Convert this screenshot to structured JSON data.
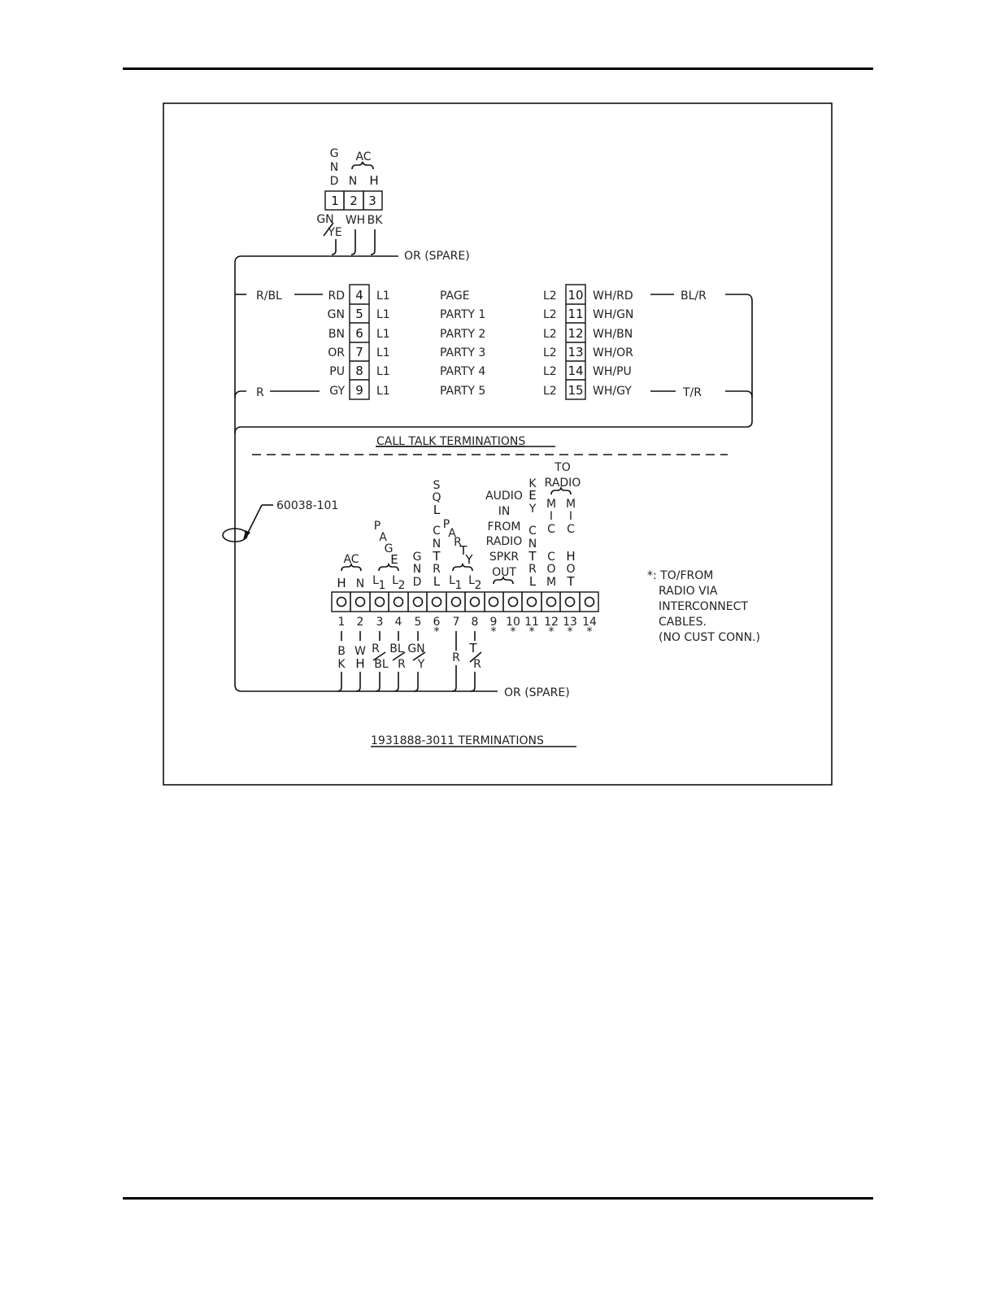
{
  "ac_plug": {
    "gnd_letters": [
      "G",
      "N",
      "D"
    ],
    "ac_label": "AC",
    "n_label": "N",
    "h_label": "H",
    "pins": [
      "1",
      "2",
      "3"
    ],
    "wire_gn": "GN",
    "wire_ye": "YE",
    "wire_wh": "WH",
    "wire_bk": "BK",
    "spare": "OR (SPARE)"
  },
  "call_talk": {
    "left_top": "R/BL",
    "left_bottom": "R",
    "right_top": "BL/R",
    "right_bottom": "T/R",
    "rows": [
      {
        "lcolor": "RD",
        "lpin": "4",
        "lline": "L1",
        "func": "PAGE",
        "rline": "L2",
        "rpin": "10",
        "rcolor": "WH/RD"
      },
      {
        "lcolor": "GN",
        "lpin": "5",
        "lline": "L1",
        "func": "PARTY 1",
        "rline": "L2",
        "rpin": "11",
        "rcolor": "WH/GN"
      },
      {
        "lcolor": "BN",
        "lpin": "6",
        "lline": "L1",
        "func": "PARTY 2",
        "rline": "L2",
        "rpin": "12",
        "rcolor": "WH/BN"
      },
      {
        "lcolor": "OR",
        "lpin": "7",
        "lline": "L1",
        "func": "PARTY 3",
        "rline": "L2",
        "rpin": "13",
        "rcolor": "WH/OR"
      },
      {
        "lcolor": "PU",
        "lpin": "8",
        "lline": "L1",
        "func": "PARTY 4",
        "rline": "L2",
        "rpin": "14",
        "rcolor": "WH/PU"
      },
      {
        "lcolor": "GY",
        "lpin": "9",
        "lline": "L1",
        "func": "PARTY 5",
        "rline": "L2",
        "rpin": "15",
        "rcolor": "WH/GY"
      }
    ],
    "title": "CALL TALK TERMINATIONS"
  },
  "cable": {
    "label": "60038-101"
  },
  "terminal_strip": {
    "ac_label": "AC",
    "h": "H",
    "n": "N",
    "page_letters": [
      "P",
      "A",
      "G",
      "E"
    ],
    "l1": "L",
    "l1_sub": "1",
    "l2": "L",
    "l2_sub": "2",
    "gnd_letters": [
      "G",
      "N",
      "D"
    ],
    "sqlcntrl_letters": [
      "S",
      "Q",
      "L",
      "C",
      "N",
      "T",
      "R",
      "L"
    ],
    "party_letters": [
      "P",
      "A",
      "R",
      "T",
      "Y"
    ],
    "audio_lines": [
      "AUDIO",
      "IN",
      "FROM",
      "RADIO",
      "SPKR",
      "OUT"
    ],
    "key_letters": [
      "K",
      "E",
      "Y",
      "C",
      "N",
      "T",
      "R",
      "L"
    ],
    "to_radio": [
      "TO",
      "RADIO"
    ],
    "mic_com_letters": [
      "M",
      "I",
      "C",
      "C",
      "O",
      "M"
    ],
    "mic_hot_letters": [
      "M",
      "I",
      "C",
      "H",
      "O",
      "T"
    ],
    "pins": [
      "1",
      "2",
      "3",
      "4",
      "5",
      "6",
      "7",
      "8",
      "9",
      "10",
      "11",
      "12",
      "13",
      "14"
    ],
    "asterisk": "*",
    "wire1": [
      "B",
      "K"
    ],
    "wire2": [
      "W",
      "H"
    ],
    "wire3": [
      "R",
      "BL"
    ],
    "wire4": [
      "BL",
      "R"
    ],
    "wire5": [
      "GN",
      "Y"
    ],
    "wire7": "R",
    "wire8": [
      "T",
      "R"
    ],
    "spare": "OR (SPARE)",
    "note_lines": [
      "*: TO/FROM",
      "RADIO VIA",
      "INTERCONNECT",
      "CABLES.",
      "(NO CUST CONN.)"
    ],
    "title": "1931888-3011 TERMINATIONS"
  }
}
